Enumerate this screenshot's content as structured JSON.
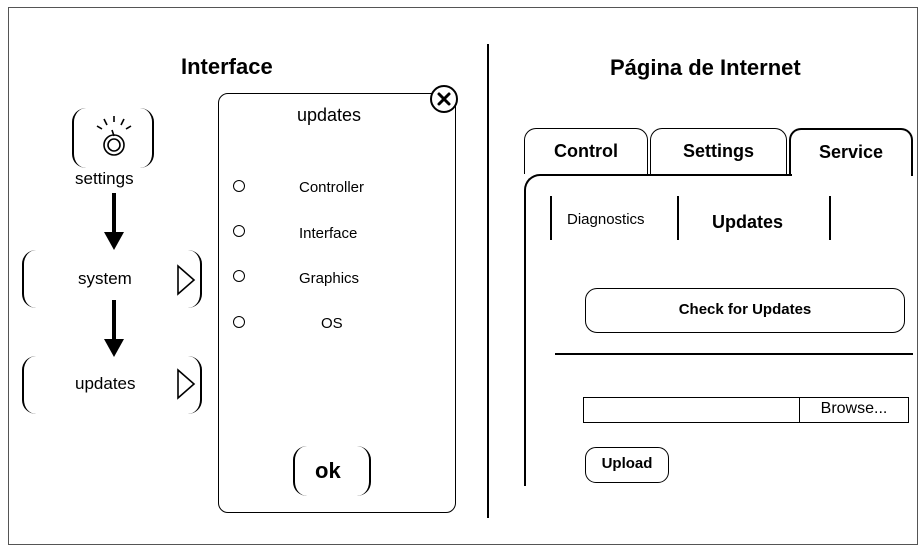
{
  "left": {
    "title": "Interface",
    "flow": {
      "step1": "settings",
      "step2": "system",
      "step3": "updates"
    }
  },
  "dialog": {
    "title": "updates",
    "options": [
      "Controller",
      "Interface",
      "Graphics",
      "OS"
    ],
    "ok_label": "ok"
  },
  "right": {
    "title": "Página de Internet",
    "tabs": [
      "Control",
      "Settings",
      "Service"
    ],
    "active_tab": "Service",
    "subtabs": [
      "Diagnostics",
      "Updates"
    ],
    "active_subtab": "Updates",
    "check_button": "Check for Updates",
    "browse_button": "Browse...",
    "upload_button": "Upload"
  }
}
